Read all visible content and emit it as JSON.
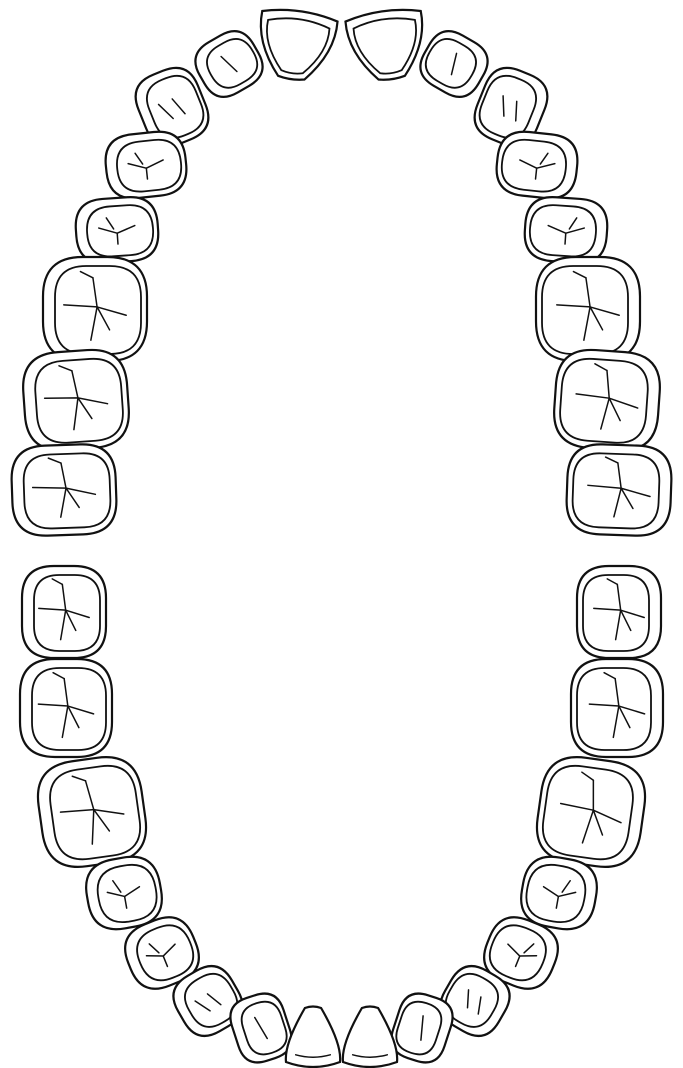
{
  "diagram": {
    "type": "dental-arch-chart",
    "line_color": "#111111",
    "background": "#ffffff",
    "arches": [
      {
        "name": "upper",
        "teeth": [
          {
            "side": "right",
            "kind": "central-incisor"
          },
          {
            "side": "right",
            "kind": "lateral-incisor"
          },
          {
            "side": "right",
            "kind": "canine"
          },
          {
            "side": "right",
            "kind": "first-premolar"
          },
          {
            "side": "right",
            "kind": "second-premolar"
          },
          {
            "side": "right",
            "kind": "first-molar"
          },
          {
            "side": "right",
            "kind": "second-molar"
          },
          {
            "side": "right",
            "kind": "third-molar"
          },
          {
            "side": "left",
            "kind": "central-incisor"
          },
          {
            "side": "left",
            "kind": "lateral-incisor"
          },
          {
            "side": "left",
            "kind": "canine"
          },
          {
            "side": "left",
            "kind": "first-premolar"
          },
          {
            "side": "left",
            "kind": "second-premolar"
          },
          {
            "side": "left",
            "kind": "first-molar"
          },
          {
            "side": "left",
            "kind": "second-molar"
          },
          {
            "side": "left",
            "kind": "third-molar"
          }
        ]
      },
      {
        "name": "lower",
        "teeth": [
          {
            "side": "right",
            "kind": "third-molar"
          },
          {
            "side": "right",
            "kind": "second-molar"
          },
          {
            "side": "right",
            "kind": "first-molar"
          },
          {
            "side": "right",
            "kind": "second-premolar"
          },
          {
            "side": "right",
            "kind": "first-premolar"
          },
          {
            "side": "right",
            "kind": "canine"
          },
          {
            "side": "right",
            "kind": "lateral-incisor"
          },
          {
            "side": "right",
            "kind": "central-incisor"
          },
          {
            "side": "left",
            "kind": "third-molar"
          },
          {
            "side": "left",
            "kind": "second-molar"
          },
          {
            "side": "left",
            "kind": "first-molar"
          },
          {
            "side": "left",
            "kind": "second-premolar"
          },
          {
            "side": "left",
            "kind": "first-premolar"
          },
          {
            "side": "left",
            "kind": "canine"
          },
          {
            "side": "left",
            "kind": "lateral-incisor"
          },
          {
            "side": "left",
            "kind": "central-incisor"
          }
        ]
      }
    ]
  }
}
